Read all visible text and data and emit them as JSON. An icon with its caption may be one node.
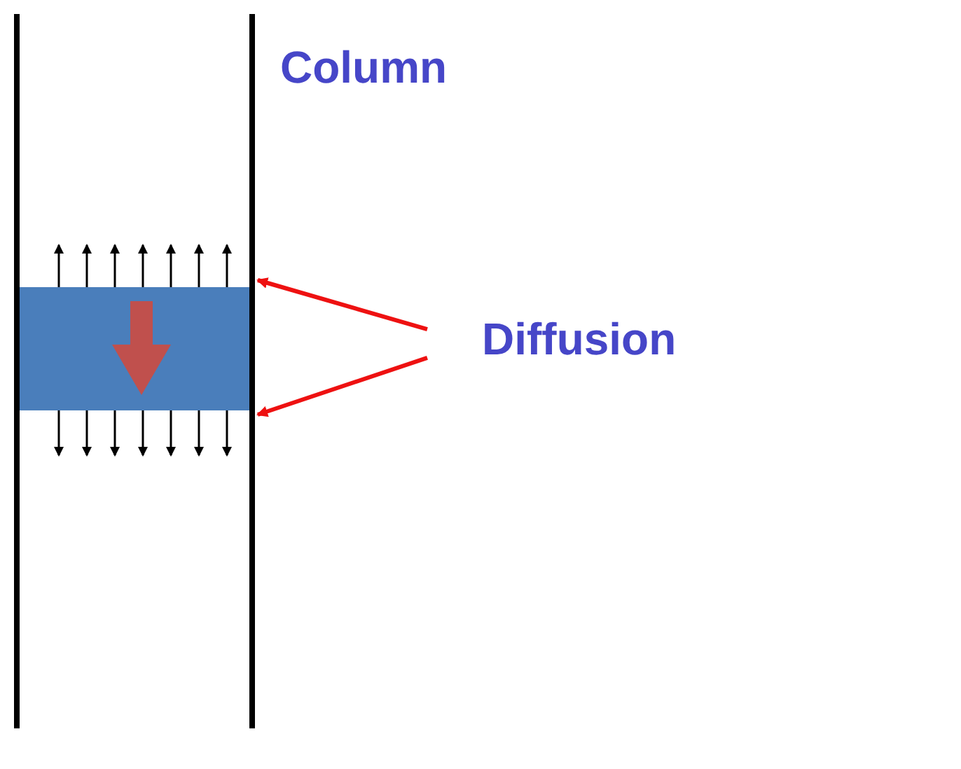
{
  "diagram": {
    "nodes": [
      {
        "text": [
          "Diffusion"
        ]
      },
      {
        "text": [],
        "shape": "bar"
      }
    ],
    "edges": [
      {
        "from": 0,
        "to": 1,
        "arrow": "to"
      },
      {
        "from": 0,
        "to": 1,
        "arrow": "to"
      }
    ],
    "labels": [
      "Column"
    ]
  }
}
